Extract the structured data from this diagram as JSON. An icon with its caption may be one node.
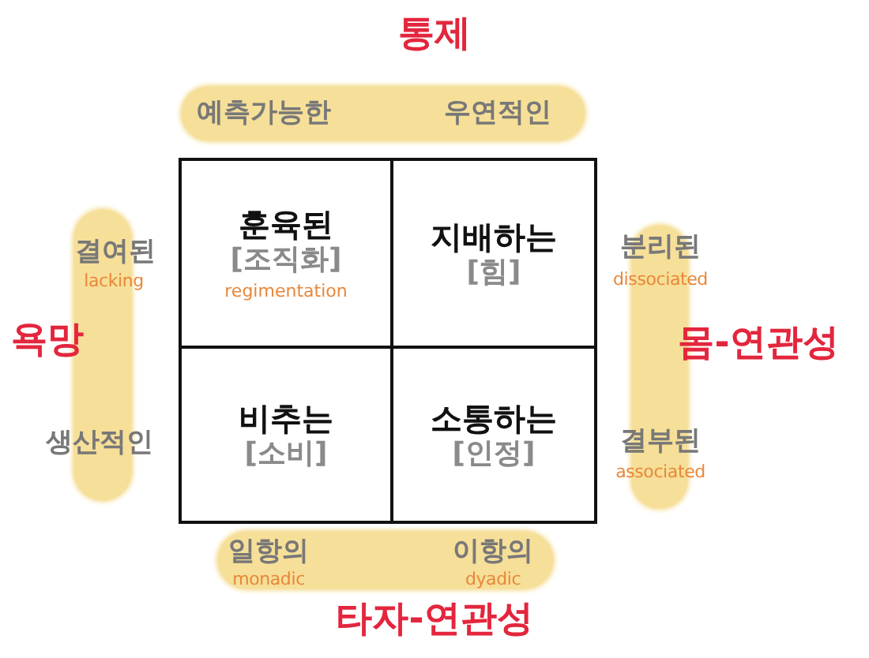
{
  "diagram": {
    "nodes": [
      {
        "text": [
          "예측가능한",
          "우연적인"
        ]
      },
      {
        "text": [
          "결여된",
          "lacking",
          "생산적인"
        ]
      },
      {
        "text": [
          "분리된",
          "dissociated",
          "결부된",
          "associated"
        ]
      },
      {
        "text": [
          "일항의",
          "monadic",
          "이항의",
          "dyadic"
        ]
      },
      {
        "text": [
          "훈육된",
          "[조직화]",
          "regimentation"
        ]
      },
      {
        "text": [
          "지배하는",
          "[힘]"
        ]
      },
      {
        "text": [
          "비추는",
          "[소비]"
        ]
      },
      {
        "text": [
          "소통하는",
          "[인정]"
        ]
      }
    ],
    "labels": [
      "통제",
      "욕망",
      "몸-연관성",
      "타자-연관성"
    ]
  }
}
